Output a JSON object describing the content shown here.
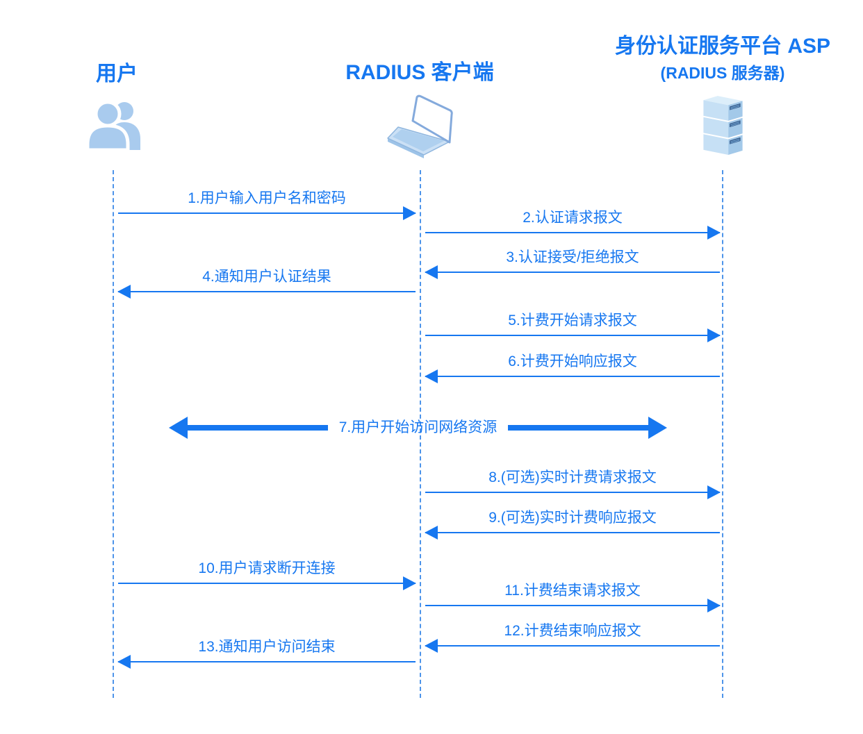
{
  "diagram": {
    "type": "sequence-diagram",
    "topic": "RADIUS",
    "colors": {
      "accent": "#1677f0",
      "lifeline": "#4d94ea",
      "icon_light_blue": "#a9cbee",
      "icon_mid_blue": "#c6e0f5",
      "icon_side_blue": "#a3c9e9",
      "icon_slot_navy": "#2a4e7e",
      "background": "#ffffff"
    },
    "actors": [
      {
        "label": "用户",
        "icon": "users-icon"
      },
      {
        "label": "RADIUS 客户端",
        "icon": "laptop-icon"
      },
      {
        "label": "身份认证服务平台 ASP",
        "sublabel": "(RADIUS 服务器)",
        "icon": "server-icon"
      }
    ],
    "messages": [
      {
        "seq": 1,
        "label": "1.用户输入用户名和密码",
        "from": "用户",
        "to": "RADIUS 客户端",
        "direction": "right",
        "style": "normal"
      },
      {
        "seq": 2,
        "label": "2.认证请求报文",
        "from": "RADIUS 客户端",
        "to": "身份认证服务平台 ASP",
        "direction": "right",
        "style": "normal"
      },
      {
        "seq": 3,
        "label": "3.认证接受/拒绝报文",
        "from": "身份认证服务平台 ASP",
        "to": "RADIUS 客户端",
        "direction": "left",
        "style": "normal"
      },
      {
        "seq": 4,
        "label": "4.通知用户认证结果",
        "from": "RADIUS 客户端",
        "to": "用户",
        "direction": "left",
        "style": "normal"
      },
      {
        "seq": 5,
        "label": "5.计费开始请求报文",
        "from": "RADIUS 客户端",
        "to": "身份认证服务平台 ASP",
        "direction": "right",
        "style": "normal"
      },
      {
        "seq": 6,
        "label": "6.计费开始响应报文",
        "from": "身份认证服务平台 ASP",
        "to": "RADIUS 客户端",
        "direction": "left",
        "style": "normal"
      },
      {
        "seq": 7,
        "label": "7.用户开始访问网络资源",
        "from": "用户",
        "to": "身份认证服务平台 ASP",
        "direction": "both",
        "style": "thick"
      },
      {
        "seq": 8,
        "label": "8.(可选)实时计费请求报文",
        "from": "RADIUS 客户端",
        "to": "身份认证服务平台 ASP",
        "direction": "right",
        "style": "normal"
      },
      {
        "seq": 9,
        "label": "9.(可选)实时计费响应报文",
        "from": "身份认证服务平台 ASP",
        "to": "RADIUS 客户端",
        "direction": "left",
        "style": "normal"
      },
      {
        "seq": 10,
        "label": "10.用户请求断开连接",
        "from": "用户",
        "to": "RADIUS 客户端",
        "direction": "right",
        "style": "normal"
      },
      {
        "seq": 11,
        "label": "11.计费结束请求报文",
        "from": "RADIUS 客户端",
        "to": "身份认证服务平台 ASP",
        "direction": "right",
        "style": "normal"
      },
      {
        "seq": 12,
        "label": "12.计费结束响应报文",
        "from": "身份认证服务平台 ASP",
        "to": "RADIUS 客户端",
        "direction": "left",
        "style": "normal"
      },
      {
        "seq": 13,
        "label": "13.通知用户访问结束",
        "from": "RADIUS 客户端",
        "to": "用户",
        "direction": "left",
        "style": "normal"
      }
    ]
  }
}
